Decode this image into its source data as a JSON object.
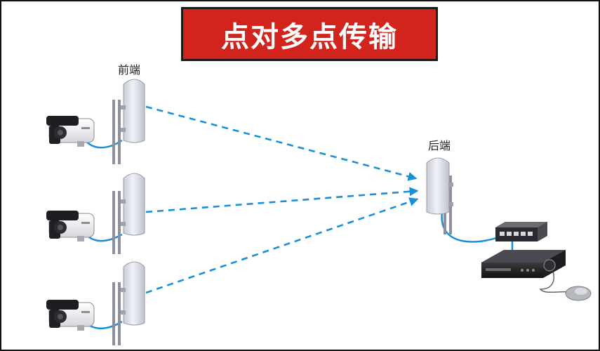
{
  "title": "点对多点传输",
  "labels": {
    "front": "前端",
    "back": "后端"
  },
  "colors": {
    "banner": "#d2231c",
    "link_arrow": "#1a8fd8",
    "cable": "#1a8fd8"
  },
  "icons": {
    "camera": "bullet-camera-icon",
    "cpe": "outdoor-cpe-antenna-icon",
    "switch": "network-switch-icon",
    "nvr": "network-video-recorder-icon",
    "mouse": "computer-mouse-icon"
  }
}
